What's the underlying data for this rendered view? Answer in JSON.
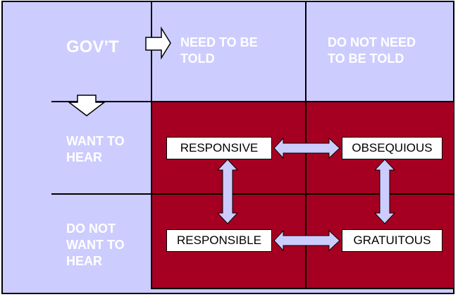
{
  "corner_label": "GOV’T",
  "column_headers": [
    "NEED TO BE TOLD",
    "DO NOT NEED TO BE TOLD"
  ],
  "row_headers": [
    "WANT TO HEAR",
    "DO NOT WANT TO HEAR"
  ],
  "quadrants": {
    "top_left": "RESPONSIVE",
    "top_right": "OBSEQUIOUS",
    "bottom_left": "RESPONSIBLE",
    "bottom_right": "GRATUITOUS"
  },
  "colors": {
    "background": "#ccccff",
    "quadrant_fill": "#a50021",
    "arrow_fill": "#ccccff",
    "text_light": "#ffffff",
    "label_box": "#ffffff"
  },
  "icons": [
    "arrow-right-icon",
    "arrow-down-icon",
    "double-arrow-horizontal-icon",
    "double-arrow-vertical-icon"
  ]
}
